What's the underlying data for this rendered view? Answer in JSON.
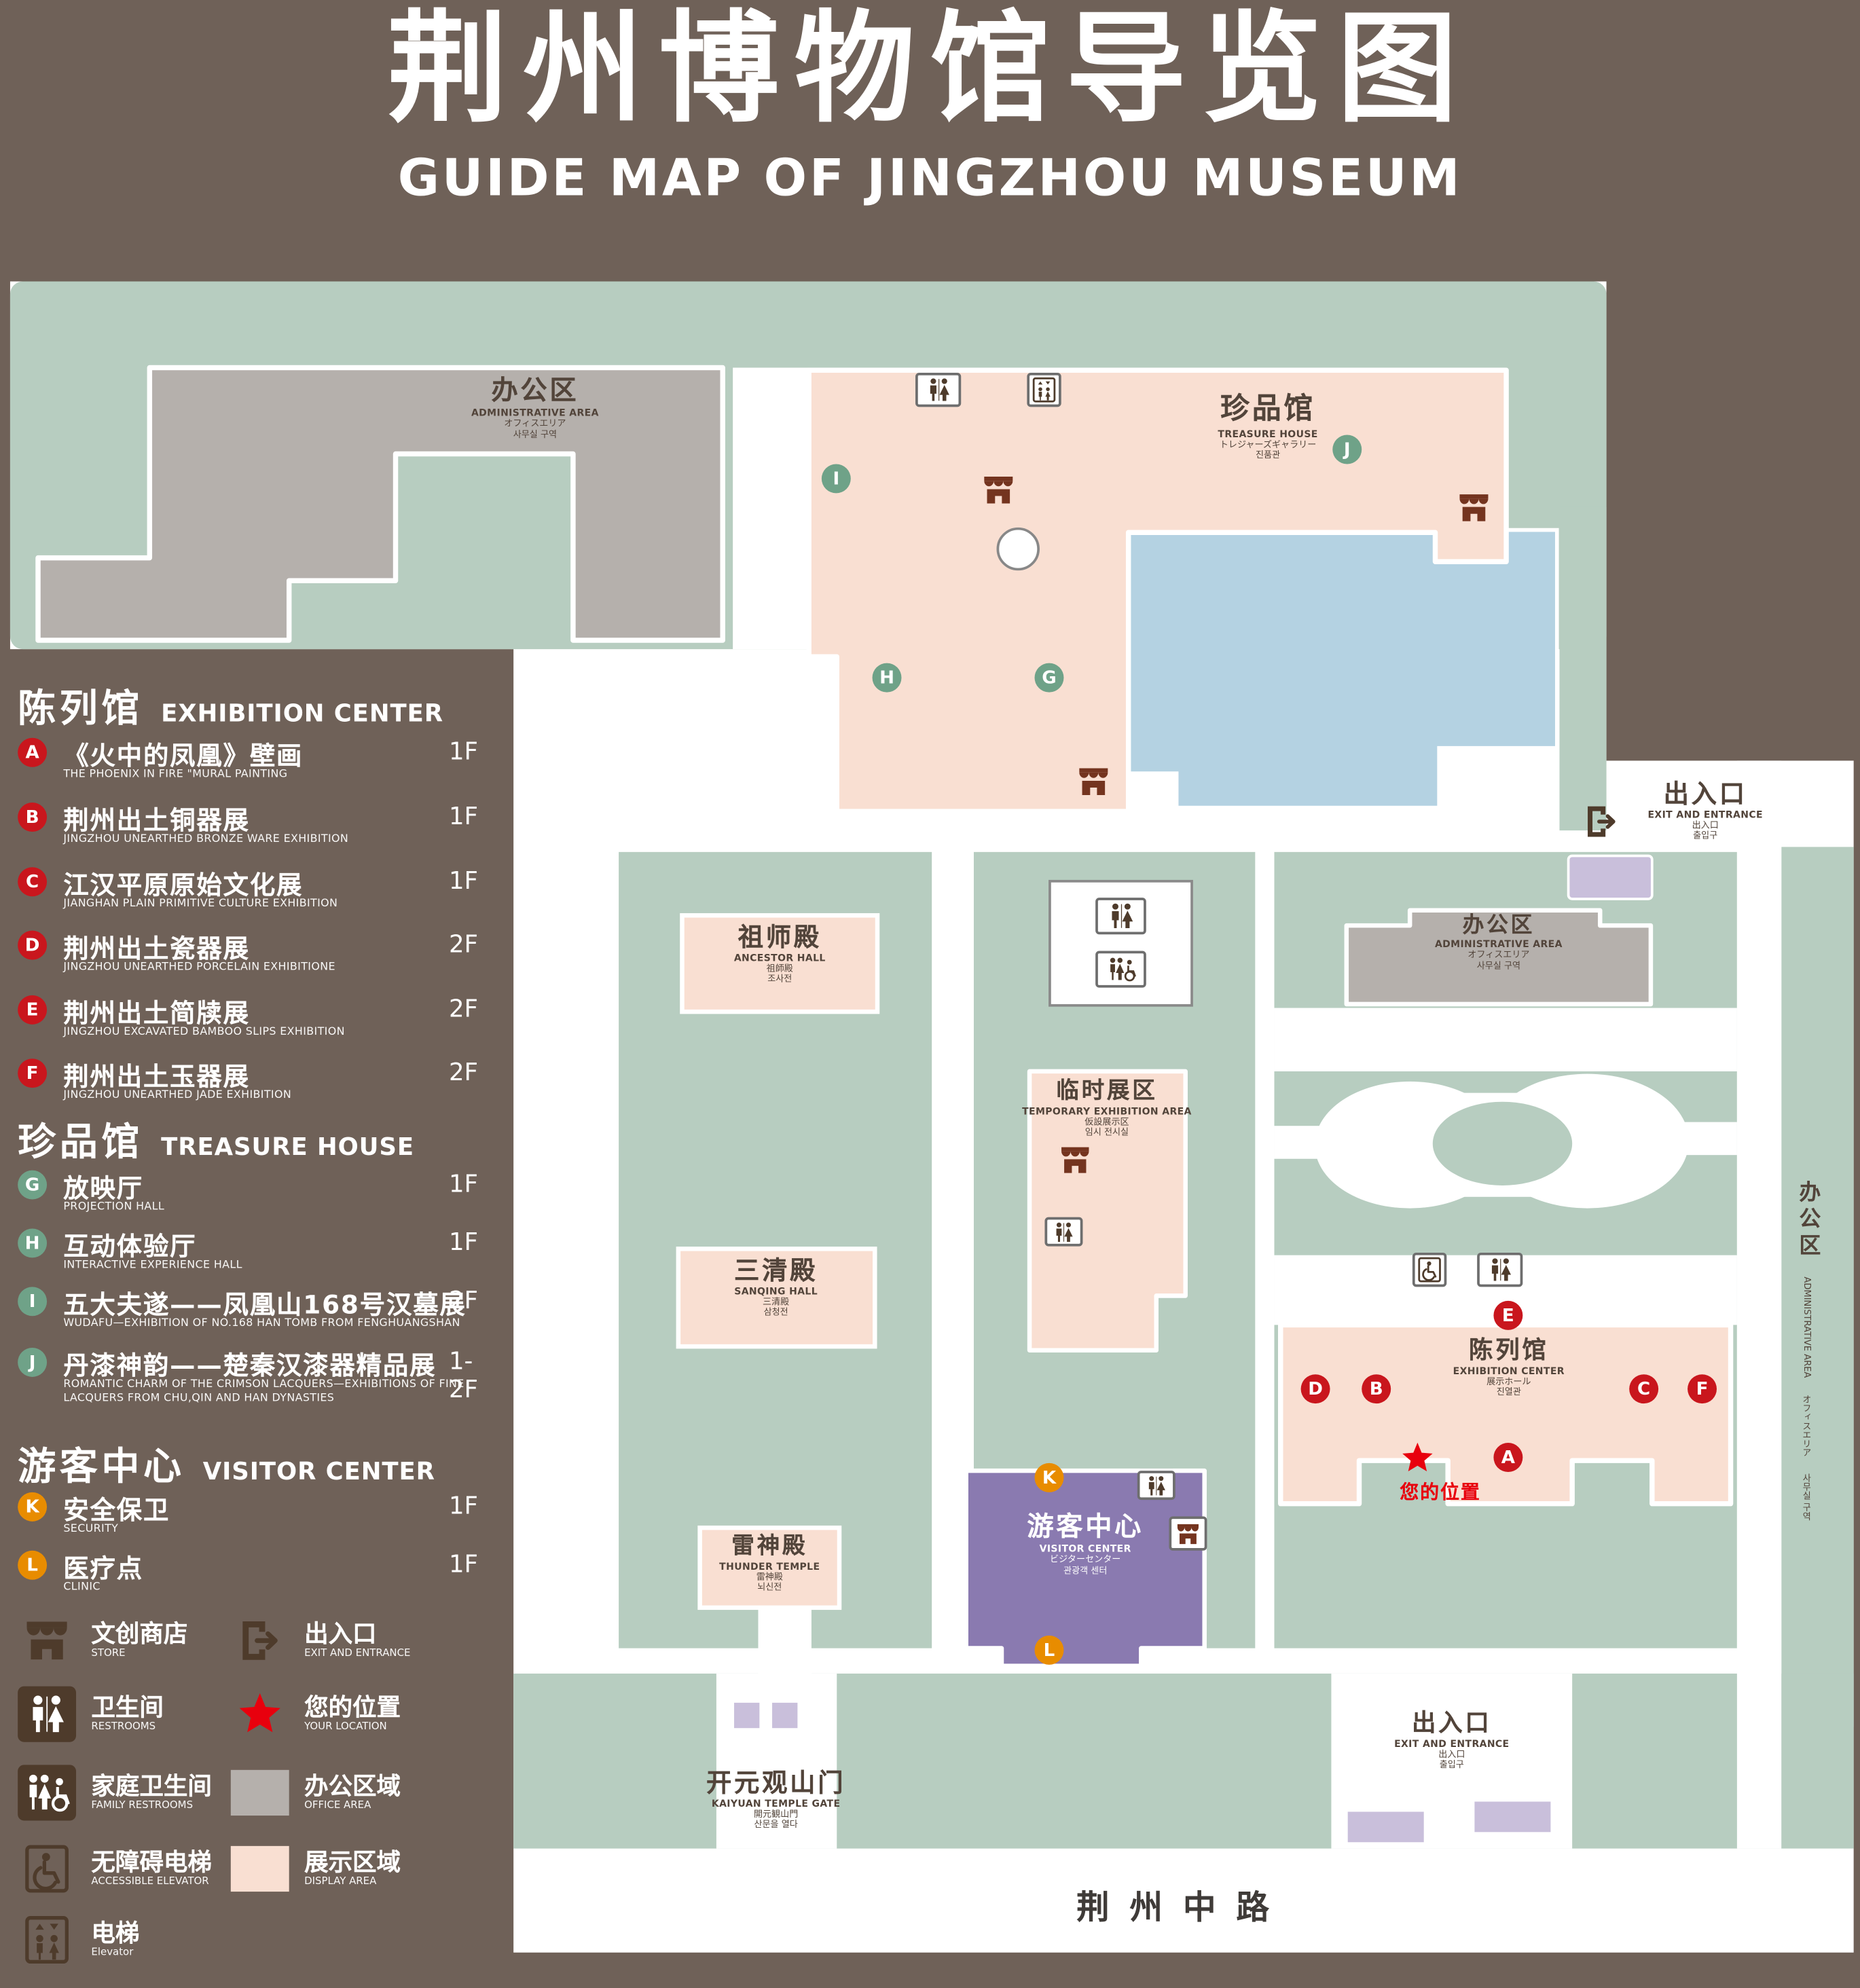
{
  "header": {
    "title": "荆州博物馆导览图",
    "subtitle": "GUIDE MAP OF JINGZHOU MUSEUM"
  },
  "legend": {
    "sections": [
      {
        "zh": "陈列馆",
        "en": "EXHIBITION CENTER",
        "items": [
          {
            "letter": "A",
            "zh": "《火中的凤凰》壁画",
            "en": "THE PHOENIX IN FIRE \"MURAL PAINTING",
            "floor": "1F"
          },
          {
            "letter": "B",
            "zh": "荆州出土铜器展",
            "en": "JINGZHOU UNEARTHED BRONZE WARE EXHIBITION",
            "floor": "1F"
          },
          {
            "letter": "C",
            "zh": "江汉平原原始文化展",
            "en": "JIANGHAN PLAIN PRIMITIVE CULTURE EXHIBITION",
            "floor": "1F"
          },
          {
            "letter": "D",
            "zh": "荆州出土瓷器展",
            "en": "JINGZHOU UNEARTHED PORCELAIN EXHIBITIONE",
            "floor": "2F"
          },
          {
            "letter": "E",
            "zh": "荆州出土简牍展",
            "en": "JINGZHOU EXCAVATED BAMBOO SLIPS EXHIBITION",
            "floor": "2F"
          },
          {
            "letter": "F",
            "zh": "荆州出土玉器展",
            "en": "JINGZHOU UNEARTHED JADE EXHIBITION",
            "floor": "2F"
          }
        ]
      },
      {
        "zh": "珍品馆",
        "en": "TREASURE HOUSE",
        "items": [
          {
            "letter": "G",
            "zh": "放映厅",
            "en": "PROJECTION HALL",
            "floor": "1F"
          },
          {
            "letter": "H",
            "zh": "互动体验厅",
            "en": "INTERACTIVE EXPERIENCE HALL",
            "floor": "1F"
          },
          {
            "letter": "I",
            "zh": "五大夫遂——凤凰山168号汉墓展",
            "en": "WUDAFU—EXHIBITION OF NO.168 HAN TOMB FROM FENGHUANGSHAN",
            "floor": "2F"
          },
          {
            "letter": "J",
            "zh": "丹漆神韵——楚秦汉漆器精品展",
            "en": "ROMANTIC CHARM OF THE CRIMSON LACQUERS—EXHIBITIONS OF FINE LACQUERS FROM CHU,QIN AND HAN DYNASTIES",
            "floor": "1-2F"
          }
        ]
      },
      {
        "zh": "游客中心",
        "en": "VISITOR CENTER",
        "items": [
          {
            "letter": "K",
            "zh": "安全保卫",
            "en": "SECURITY",
            "floor": "1F"
          },
          {
            "letter": "L",
            "zh": "医疗点",
            "en": "CLINIC",
            "floor": "1F"
          }
        ]
      }
    ],
    "icons_col1": [
      {
        "icon": "store-icon",
        "zh": "文创商店",
        "en": "STORE"
      },
      {
        "icon": "restroom-icon",
        "zh": "卫生间",
        "en": "RESTROOMS"
      },
      {
        "icon": "family-restroom-icon",
        "zh": "家庭卫生间",
        "en": "FAMILY RESTROOMS"
      },
      {
        "icon": "accessible-elevator-icon",
        "zh": "无障碍电梯",
        "en": "ACCESSIBLE ELEVATOR"
      },
      {
        "icon": "elevator-icon",
        "zh": "电梯",
        "en": "Elevator"
      }
    ],
    "icons_col2": [
      {
        "icon": "exit-icon",
        "zh": "出入口",
        "en": "EXIT AND ENTRANCE"
      },
      {
        "icon": "location-star",
        "zh": "您的位置",
        "en": "YOUR LOCATION"
      },
      {
        "icon": "office-swatch",
        "zh": "办公区域",
        "en": "OFFICE AREA"
      },
      {
        "icon": "display-swatch",
        "zh": "展示区域",
        "en": "DISPLAY AREA"
      }
    ]
  },
  "map": {
    "labels": {
      "admin_top": {
        "zh": "办公区",
        "en": "ADMINISTRATIVE AREA",
        "ja": "オフィスエリア",
        "ko": "사무실 구역"
      },
      "treasure_house": {
        "zh": "珍品馆",
        "en": "TREASURE HOUSE",
        "ja": "トレジャーズギャラリー",
        "ko": "진품관"
      },
      "exit_right": {
        "zh": "出入口",
        "en": "EXIT AND ENTRANCE",
        "ja": "出入口",
        "ko": "출입구"
      },
      "ancestor_hall": {
        "zh": "祖师殿",
        "en": "ANCESTOR HALL",
        "ja": "祖師殿",
        "ko": "조사전"
      },
      "temporary_exhibition": {
        "zh": "临时展区",
        "en": "TEMPORARY EXHIBITION AREA",
        "ja": "仮設展示区",
        "ko": "임시 전시실"
      },
      "admin_right": {
        "zh": "办公区",
        "en": "ADMINISTRATIVE AREA",
        "ja": "オフィスエリア",
        "ko": "사무실 구역"
      },
      "sanqing_hall": {
        "zh": "三清殿",
        "en": "SANQING HALL",
        "ja": "三清殿",
        "ko": "삼청전"
      },
      "thunder_temple": {
        "zh": "雷神殿",
        "en": "THUNDER TEMPLE",
        "ja": "雷神殿",
        "ko": "뇌신전"
      },
      "visitor_center": {
        "zh": "游客中心",
        "en": "VISITOR CENTER",
        "ja": "ビジターセンター",
        "ko": "관광객 센터"
      },
      "exhibition_center": {
        "zh": "陈列馆",
        "en": "EXHIBITION CENTER",
        "ja": "展示ホール",
        "ko": "진열관"
      },
      "admin_far_right": {
        "zh": "办公区",
        "en": "ADMINISTRATIVE AREA",
        "ja": "オフィスエリア",
        "ko": "사무실 구역"
      },
      "kaiyuan_gate": {
        "zh": "开元观山门",
        "en": "KAIYUAN TEMPLE GATE",
        "ja": "開元観山門",
        "ko": "산문을 열다"
      },
      "exit_bottom": {
        "zh": "出入口",
        "en": "EXIT AND ENTRANCE",
        "ja": "出入口",
        "ko": "출입구"
      },
      "your_location": {
        "zh": "您的位置"
      },
      "road": {
        "zh": "荆州中路"
      }
    },
    "markers": [
      "A",
      "B",
      "C",
      "D",
      "E",
      "F",
      "G",
      "H",
      "I",
      "J",
      "K",
      "L"
    ]
  },
  "colors": {
    "background": "#6f6158",
    "map_green": "#b7cdc0",
    "display_area": "#f9dfd2",
    "office_area": "#b5b0ac",
    "water": "#b4d2e2",
    "visitor_center_purple": "#8a7ab0",
    "entrance_lilac": "#c9bfdb",
    "marker_red": "#c9161d",
    "marker_green": "#6fa288",
    "marker_orange": "#e88c00",
    "location_red": "#e8000d",
    "icon_brown": "#4e3b2b",
    "store_brown": "#74341f"
  }
}
